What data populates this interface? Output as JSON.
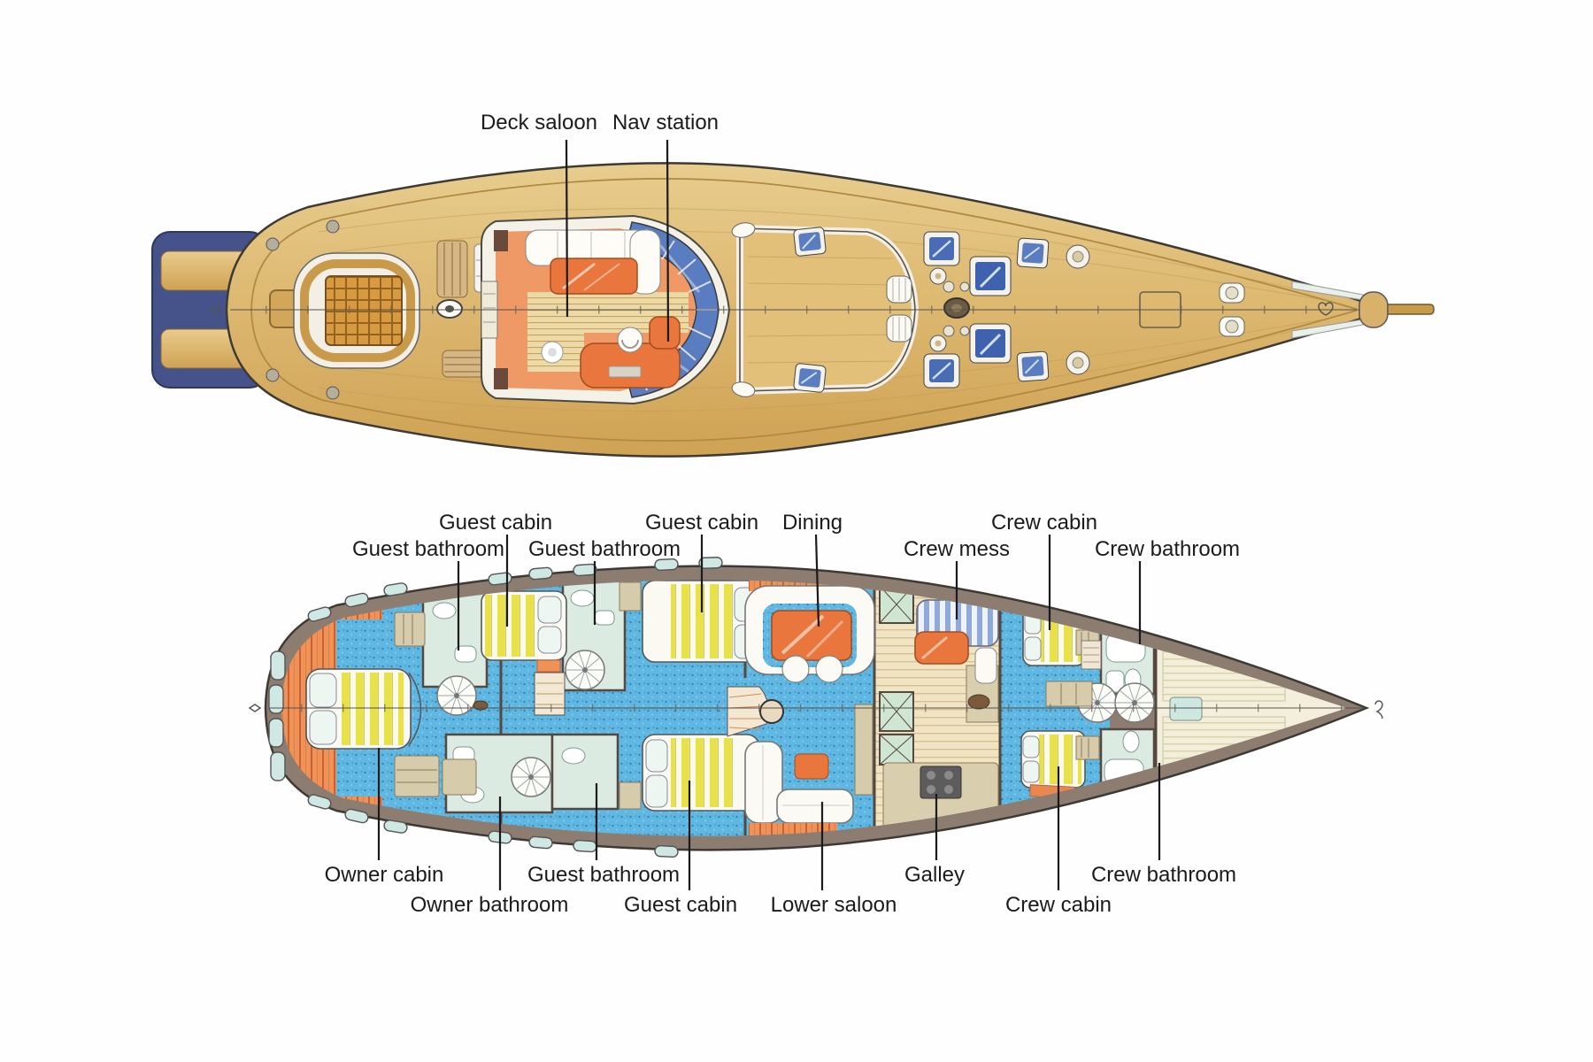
{
  "figure": {
    "deck_plan": {
      "labels": {
        "deck_saloon": "Deck saloon",
        "nav_station": "Nav station"
      }
    },
    "interior_plan": {
      "labels": {
        "guest_cabin_1": "Guest cabin",
        "guest_bathroom_1": "Guest bathroom",
        "guest_bathroom_2": "Guest bathroom",
        "guest_cabin_2": "Guest cabin",
        "dining": "Dining",
        "crew_mess": "Crew mess",
        "crew_cabin_1": "Crew cabin",
        "crew_bathroom_1": "Crew bathroom",
        "owner_cabin": "Owner cabin",
        "owner_bathroom": "Owner bathroom",
        "guest_bathroom_3": "Guest bathroom",
        "guest_cabin_3": "Guest cabin",
        "lower_saloon": "Lower saloon",
        "galley": "Galley",
        "crew_cabin_2": "Crew cabin",
        "crew_bathroom_2": "Crew bathroom"
      }
    },
    "palette": {
      "deck_teak": "#d9b166",
      "transom_navy": "#46528a",
      "saloon_orange": "#ee8a58",
      "glass_blue": "#5a7cc0",
      "carpet_blue": "#5fb7e2",
      "bed_yellow": "#e9e14a",
      "bathroom_green": "#dcebe2",
      "floor_plank_orange": "#ee9257",
      "hull_taupe": "#8d7d70",
      "label_ink": "#1b1b1b"
    }
  }
}
